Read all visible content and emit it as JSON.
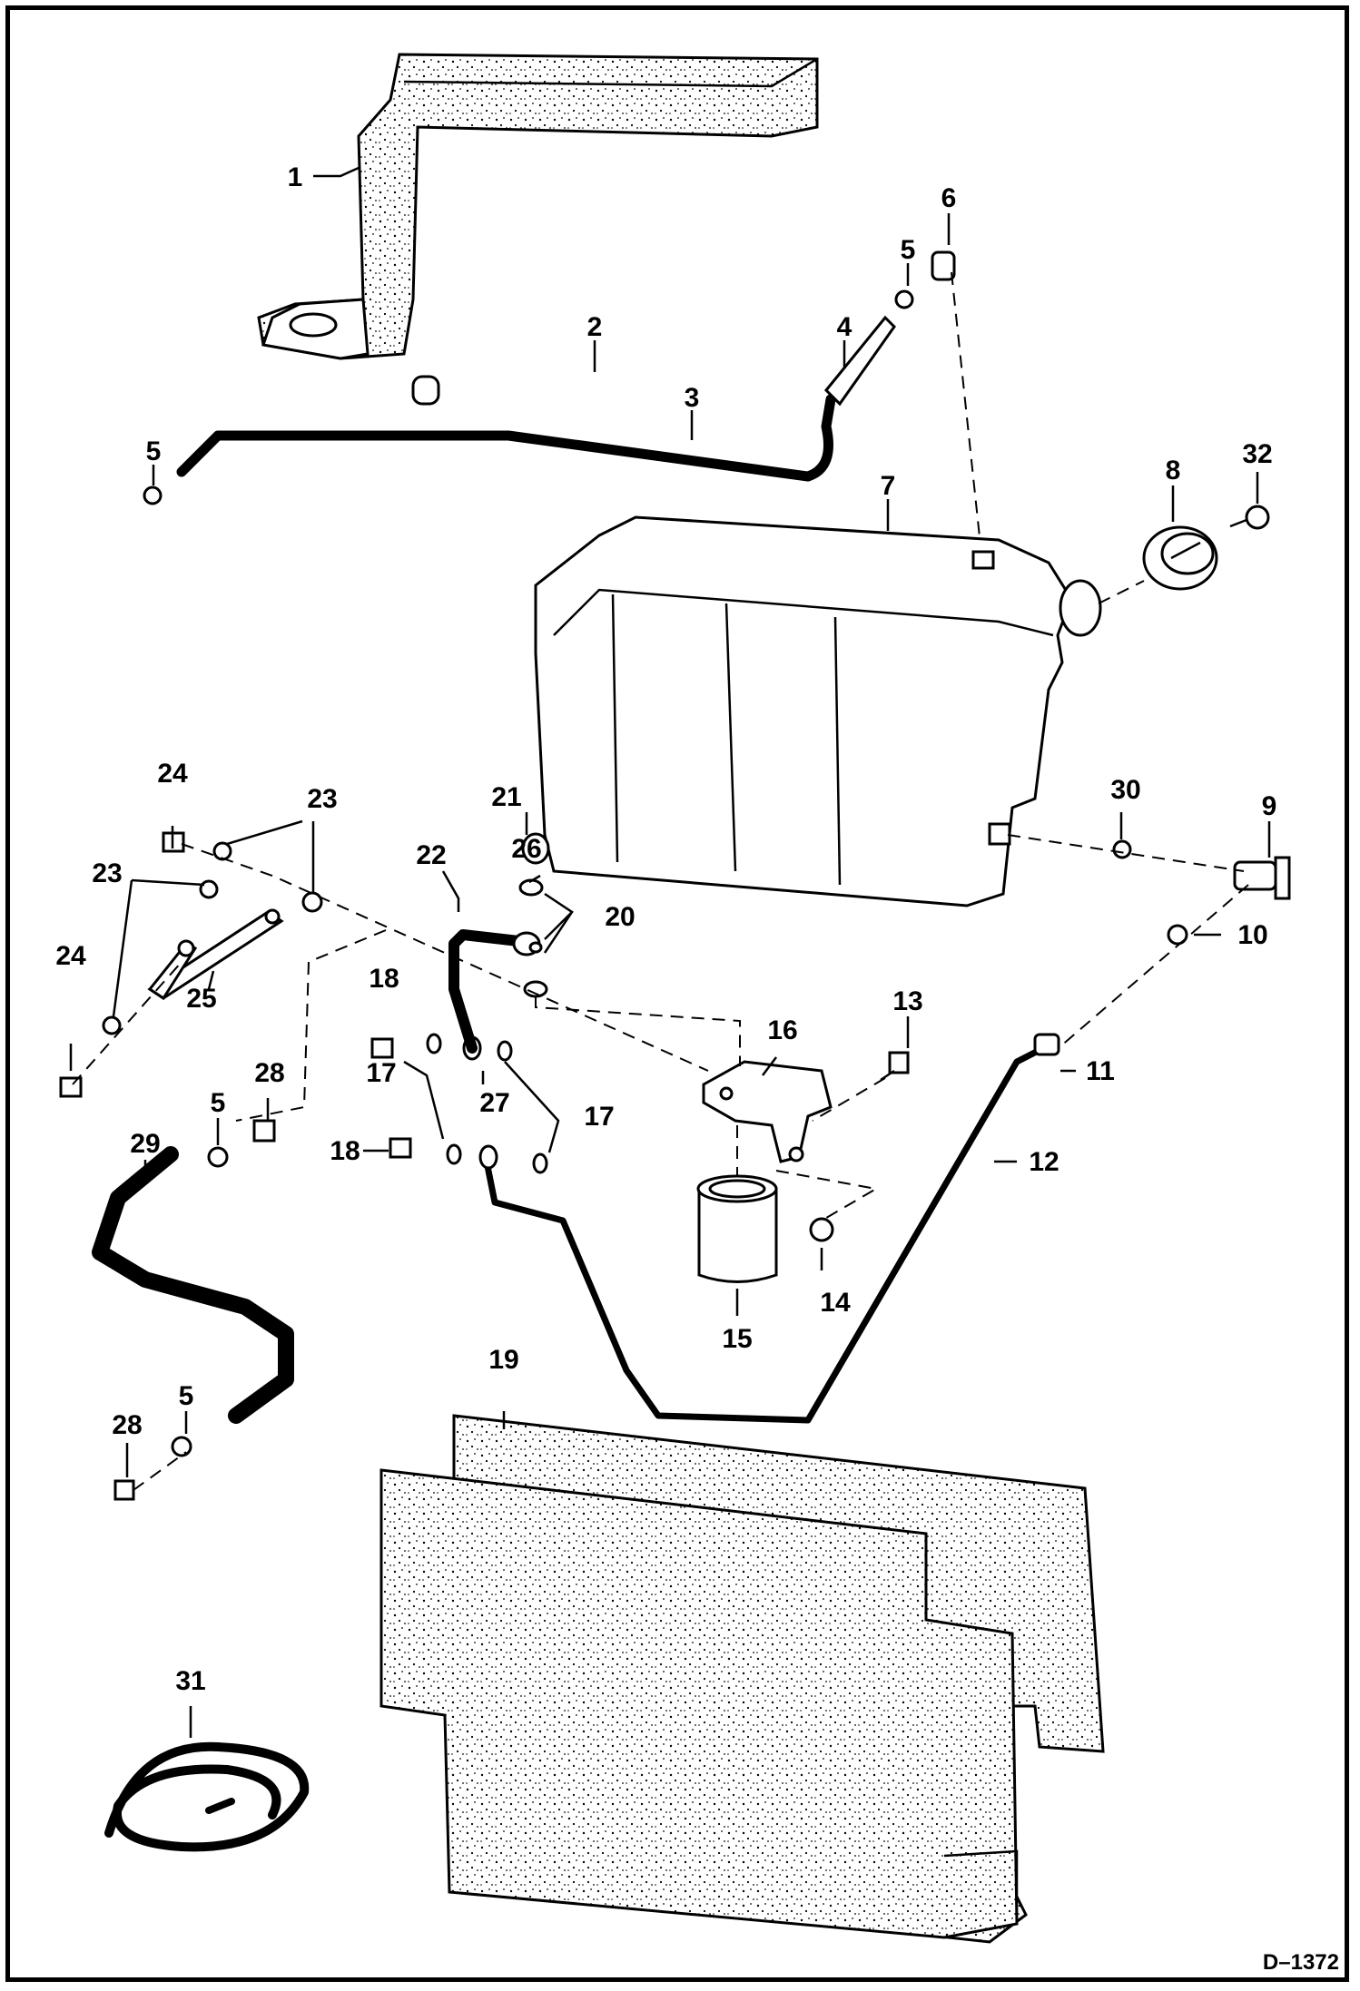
{
  "diagram": {
    "reference_code": "D–1372",
    "colors": {
      "ink": "#000000",
      "paper": "#ffffff"
    },
    "callouts": [
      {
        "id": "c1",
        "text": "1"
      },
      {
        "id": "c2",
        "text": "2"
      },
      {
        "id": "c3",
        "text": "3"
      },
      {
        "id": "c4",
        "text": "4"
      },
      {
        "id": "c5a",
        "text": "5"
      },
      {
        "id": "c5b",
        "text": "5"
      },
      {
        "id": "c5c",
        "text": "5"
      },
      {
        "id": "c5d",
        "text": "5"
      },
      {
        "id": "c6",
        "text": "6"
      },
      {
        "id": "c7",
        "text": "7"
      },
      {
        "id": "c8",
        "text": "8"
      },
      {
        "id": "c9",
        "text": "9"
      },
      {
        "id": "c10",
        "text": "10"
      },
      {
        "id": "c11",
        "text": "11"
      },
      {
        "id": "c12",
        "text": "12"
      },
      {
        "id": "c13",
        "text": "13"
      },
      {
        "id": "c14",
        "text": "14"
      },
      {
        "id": "c15",
        "text": "15"
      },
      {
        "id": "c16",
        "text": "16"
      },
      {
        "id": "c17a",
        "text": "17"
      },
      {
        "id": "c17b",
        "text": "17"
      },
      {
        "id": "c18a",
        "text": "18"
      },
      {
        "id": "c18b",
        "text": "18"
      },
      {
        "id": "c19",
        "text": "19"
      },
      {
        "id": "c20",
        "text": "20"
      },
      {
        "id": "c21",
        "text": "21"
      },
      {
        "id": "c22",
        "text": "22"
      },
      {
        "id": "c23a",
        "text": "23"
      },
      {
        "id": "c23b",
        "text": "23"
      },
      {
        "id": "c24a",
        "text": "24"
      },
      {
        "id": "c24b",
        "text": "24"
      },
      {
        "id": "c25",
        "text": "25"
      },
      {
        "id": "c26",
        "text": "26"
      },
      {
        "id": "c27",
        "text": "27"
      },
      {
        "id": "c28a",
        "text": "28"
      },
      {
        "id": "c28b",
        "text": "28"
      },
      {
        "id": "c29",
        "text": "29"
      },
      {
        "id": "c30",
        "text": "30"
      },
      {
        "id": "c31",
        "text": "31"
      },
      {
        "id": "c32",
        "text": "32"
      }
    ]
  }
}
